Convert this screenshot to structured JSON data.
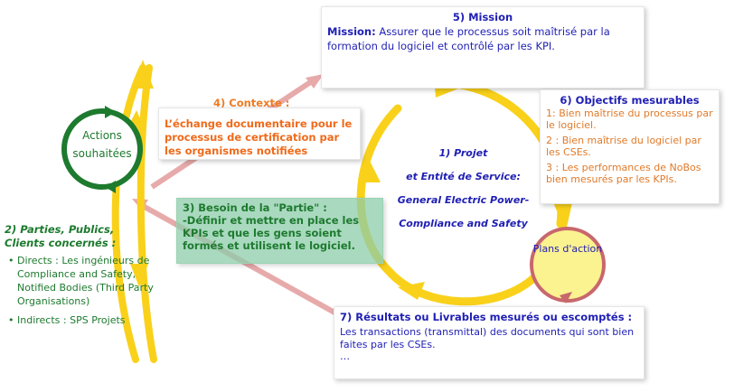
{
  "actions": {
    "label": "Actions souhaitées"
  },
  "parties": {
    "title": "2) Parties, Publics, Clients concernés :",
    "direct": "Directs : Les ingénieurs de Compliance and Safety, Notified Bodies (Third Party Organisations)",
    "indirect": "Indirects : SPS Projets"
  },
  "contexte": {
    "title": "4) Contexte :",
    "text": "L’échange documentaire pour le processus de certification par les organismes notifiées"
  },
  "besoin": {
    "title": "3) Besoin de la \"Partie\" :",
    "text": "-Définir et mettre en place les KPIs et que les gens soient formés et utilisent le logiciel."
  },
  "mission": {
    "title": "5) Mission",
    "label": "Mission:",
    "text": "Assurer que le processus soit maîtrisé par la formation du logiciel et contrôlé par les KPI."
  },
  "objectifs": {
    "title": "6) Objectifs mesurables",
    "items": [
      "1: Bien maîtrise du processus par le logiciel.",
      "2 : Bien maîtrise du logiciel par les CSEs.",
      "3 : Les performances de NoBos bien mesurés par les KPIs."
    ]
  },
  "projet": {
    "line1": "1)  Projet",
    "line2": "et Entité de Service:",
    "line3": "General Electric Power-",
    "line4": "Compliance and Safety"
  },
  "plans": {
    "label": "Plans d'action"
  },
  "resultats": {
    "title": "7) Résultats ou Livrables mesurés ou escomptés  :",
    "text": "Les transactions (transmittal) des documents qui sont bien faites par les CSEs.",
    "more": "…"
  },
  "colors": {
    "yellow": "#f9d11a",
    "green": "#1d7a2e",
    "pink": "#e7aaaa",
    "blue": "#1f1fb4",
    "orange": "#ef7b23",
    "plans_fill": "#fbf290",
    "plans_border": "#c8676c"
  }
}
